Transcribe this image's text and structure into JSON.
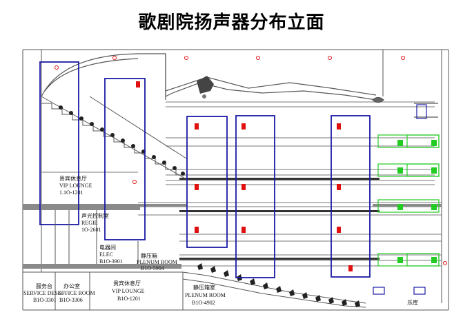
{
  "title": "歌剧院扬声器分布立面",
  "rooms": {
    "vip_lounge_upper": {
      "cn": "贵宾休息厅",
      "en": "VIP LOUNGE",
      "code": "1.1O-1201"
    },
    "control_room": {
      "cn": "声光控制室",
      "en": "REGIE",
      "code": "1O-2601"
    },
    "elec_room": {
      "cn": "电器间",
      "en": "ELEC",
      "code": "B1O-3901"
    },
    "plenum_upper": {
      "cn": "静压箱",
      "en": "PLENUM ROOM",
      "code": "B1O-5904"
    },
    "service_desk": {
      "cn": "服务台",
      "en": "SERVICE DESK",
      "code": "B1O-3301"
    },
    "office": {
      "cn": "办公室",
      "en": "OFFICE ROOM",
      "code": "B1O-3306"
    },
    "vip_lounge_lower": {
      "cn": "贵宾休息厅",
      "en": "VIP LOUNGE",
      "code": "B1O-1201"
    },
    "plenum_lower": {
      "cn": "静压箱室",
      "en": "PLENUM ROOM",
      "code": "B1O-4902"
    },
    "music_room": {
      "cn": "乐库"
    }
  },
  "colors": {
    "zone_outline": "#1a1aa6",
    "speaker": "#e01010",
    "green_equipment": "#22cc22",
    "line_art": "#555555"
  }
}
